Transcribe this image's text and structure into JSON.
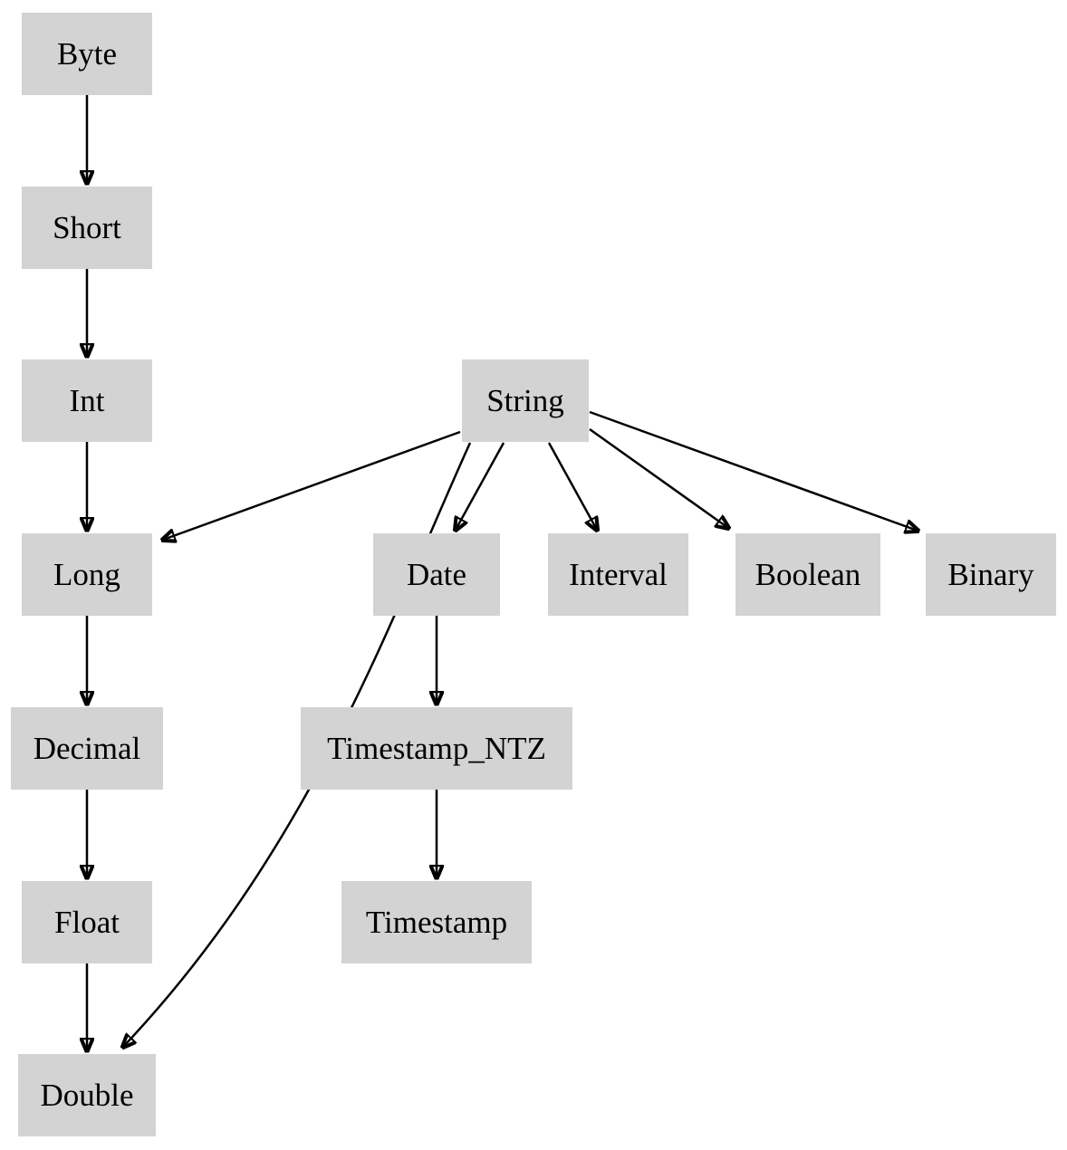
{
  "diagram": {
    "type": "directed-graph",
    "description": "Type promotion hierarchy diagram",
    "colors": {
      "node_fill": "#d3d3d3",
      "text": "#000000",
      "edge": "#000000",
      "background": "#ffffff"
    },
    "nodes": [
      {
        "id": "byte",
        "label": "Byte"
      },
      {
        "id": "short",
        "label": "Short"
      },
      {
        "id": "int",
        "label": "Int"
      },
      {
        "id": "long",
        "label": "Long"
      },
      {
        "id": "decimal",
        "label": "Decimal"
      },
      {
        "id": "float",
        "label": "Float"
      },
      {
        "id": "double",
        "label": "Double"
      },
      {
        "id": "string",
        "label": "String"
      },
      {
        "id": "date",
        "label": "Date"
      },
      {
        "id": "interval",
        "label": "Interval"
      },
      {
        "id": "boolean",
        "label": "Boolean"
      },
      {
        "id": "binary",
        "label": "Binary"
      },
      {
        "id": "timestamp_ntz",
        "label": "Timestamp_NTZ"
      },
      {
        "id": "timestamp",
        "label": "Timestamp"
      }
    ],
    "edges": [
      {
        "from": "Byte",
        "to": "Short"
      },
      {
        "from": "Short",
        "to": "Int"
      },
      {
        "from": "Int",
        "to": "Long"
      },
      {
        "from": "Long",
        "to": "Decimal"
      },
      {
        "from": "Decimal",
        "to": "Float"
      },
      {
        "from": "Float",
        "to": "Double"
      },
      {
        "from": "String",
        "to": "Long"
      },
      {
        "from": "String",
        "to": "Double"
      },
      {
        "from": "String",
        "to": "Date"
      },
      {
        "from": "String",
        "to": "Interval"
      },
      {
        "from": "String",
        "to": "Boolean"
      },
      {
        "from": "String",
        "to": "Binary"
      },
      {
        "from": "Date",
        "to": "Timestamp_NTZ"
      },
      {
        "from": "Timestamp_NTZ",
        "to": "Timestamp"
      }
    ]
  }
}
